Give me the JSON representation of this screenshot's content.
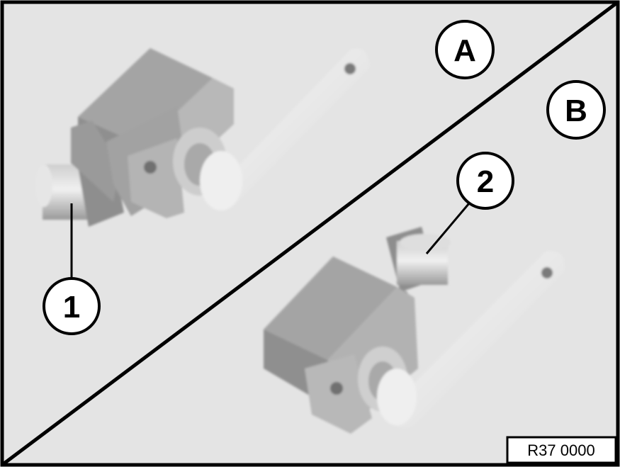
{
  "figure": {
    "panel_labels": [
      "A",
      "B"
    ],
    "callouts": [
      "1",
      "2"
    ],
    "reference_code": "R37 0000"
  },
  "colors": {
    "background": "#e4e4e4",
    "outline": "#000000",
    "housing_dark": "#8f8f8f",
    "housing_mid": "#a8a8a8",
    "housing_light": "#c4c4c4",
    "lever": "#f2f2f2",
    "lever_shade": "#dcdcdc"
  }
}
